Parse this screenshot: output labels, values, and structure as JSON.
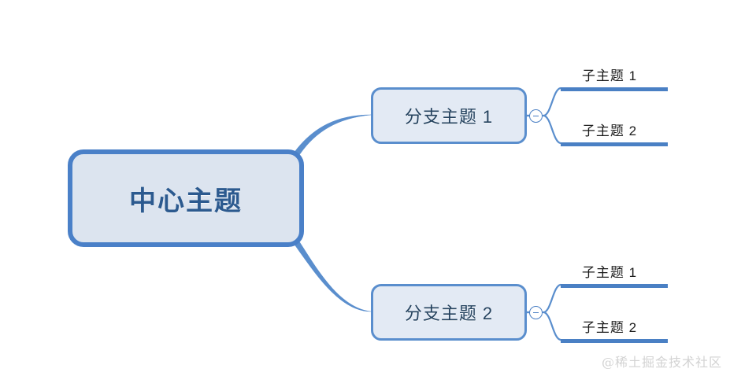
{
  "diagram": {
    "type": "mind-map",
    "background_color": "#ffffff",
    "accent_color": "#4a80c8",
    "central": {
      "label": "中心主题",
      "fill": "#dce4ef",
      "border_color": "#4a80c8",
      "text_color": "#2c5a8f"
    },
    "branches": [
      {
        "label": "分支主题 1",
        "fill": "#e3eaf4",
        "border_color": "#5a8ecd",
        "text_color": "#24425e",
        "toggle": {
          "icon": "minus-circle-icon",
          "state": "expanded"
        },
        "children": [
          {
            "label": "子主题 1",
            "underline_color": "#4a80c4"
          },
          {
            "label": "子主题 2",
            "underline_color": "#4a80c4"
          }
        ]
      },
      {
        "label": "分支主题 2",
        "fill": "#e3eaf4",
        "border_color": "#5a8ecd",
        "text_color": "#24425e",
        "toggle": {
          "icon": "minus-circle-icon",
          "state": "expanded"
        },
        "children": [
          {
            "label": "子主题 1",
            "underline_color": "#4a80c4"
          },
          {
            "label": "子主题 2",
            "underline_color": "#4a80c4"
          }
        ]
      }
    ]
  },
  "watermark": {
    "text": "@稀土掘金技术社区",
    "color": "#d3d3d3"
  }
}
